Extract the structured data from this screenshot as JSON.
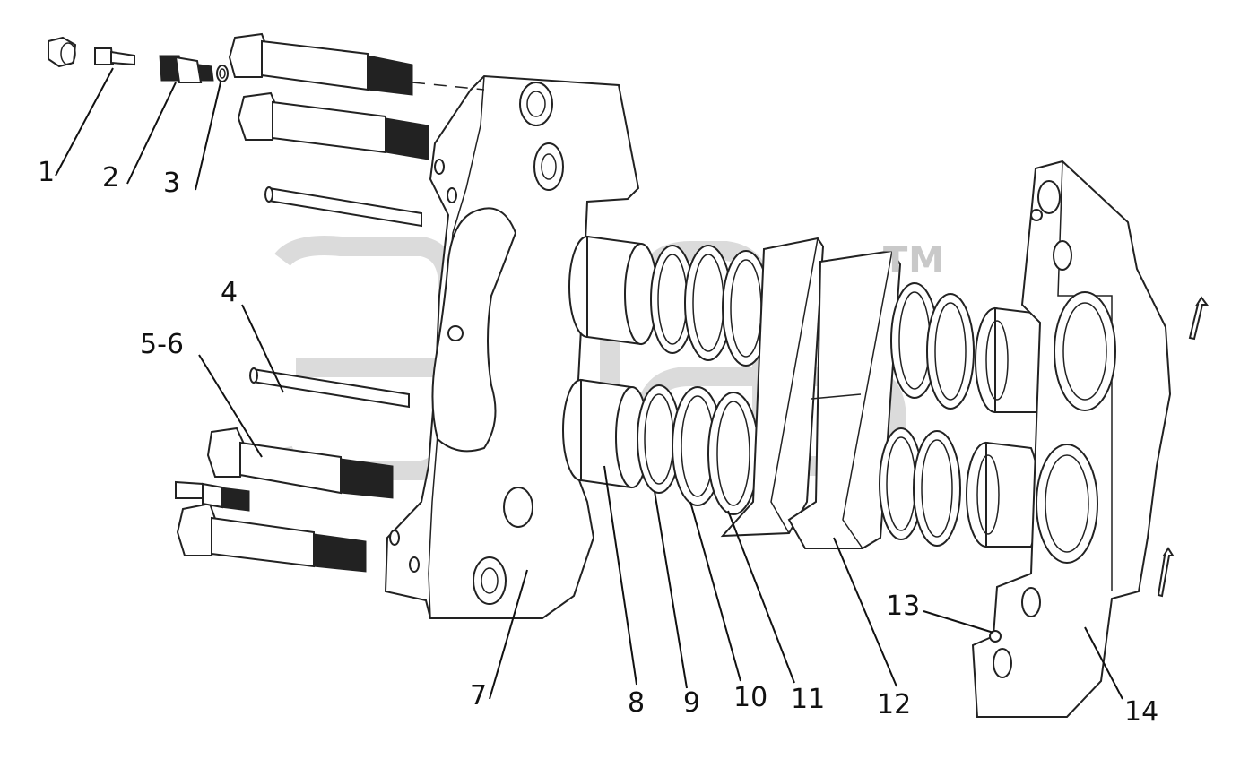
{
  "watermark": {
    "trademark": "TM"
  },
  "callouts": [
    {
      "id": "c1",
      "label": "1"
    },
    {
      "id": "c2",
      "label": "2"
    },
    {
      "id": "c3",
      "label": "3"
    },
    {
      "id": "c4",
      "label": "4"
    },
    {
      "id": "c56",
      "label": "5-6"
    },
    {
      "id": "c7",
      "label": "7"
    },
    {
      "id": "c8",
      "label": "8"
    },
    {
      "id": "c9",
      "label": "9"
    },
    {
      "id": "c10",
      "label": "10"
    },
    {
      "id": "c11",
      "label": "11"
    },
    {
      "id": "c12",
      "label": "12"
    },
    {
      "id": "c13",
      "label": "13"
    },
    {
      "id": "c14",
      "label": "14"
    }
  ],
  "colors": {
    "line": "#222222",
    "watermark": "#c9c9c9",
    "background": "#ffffff"
  }
}
